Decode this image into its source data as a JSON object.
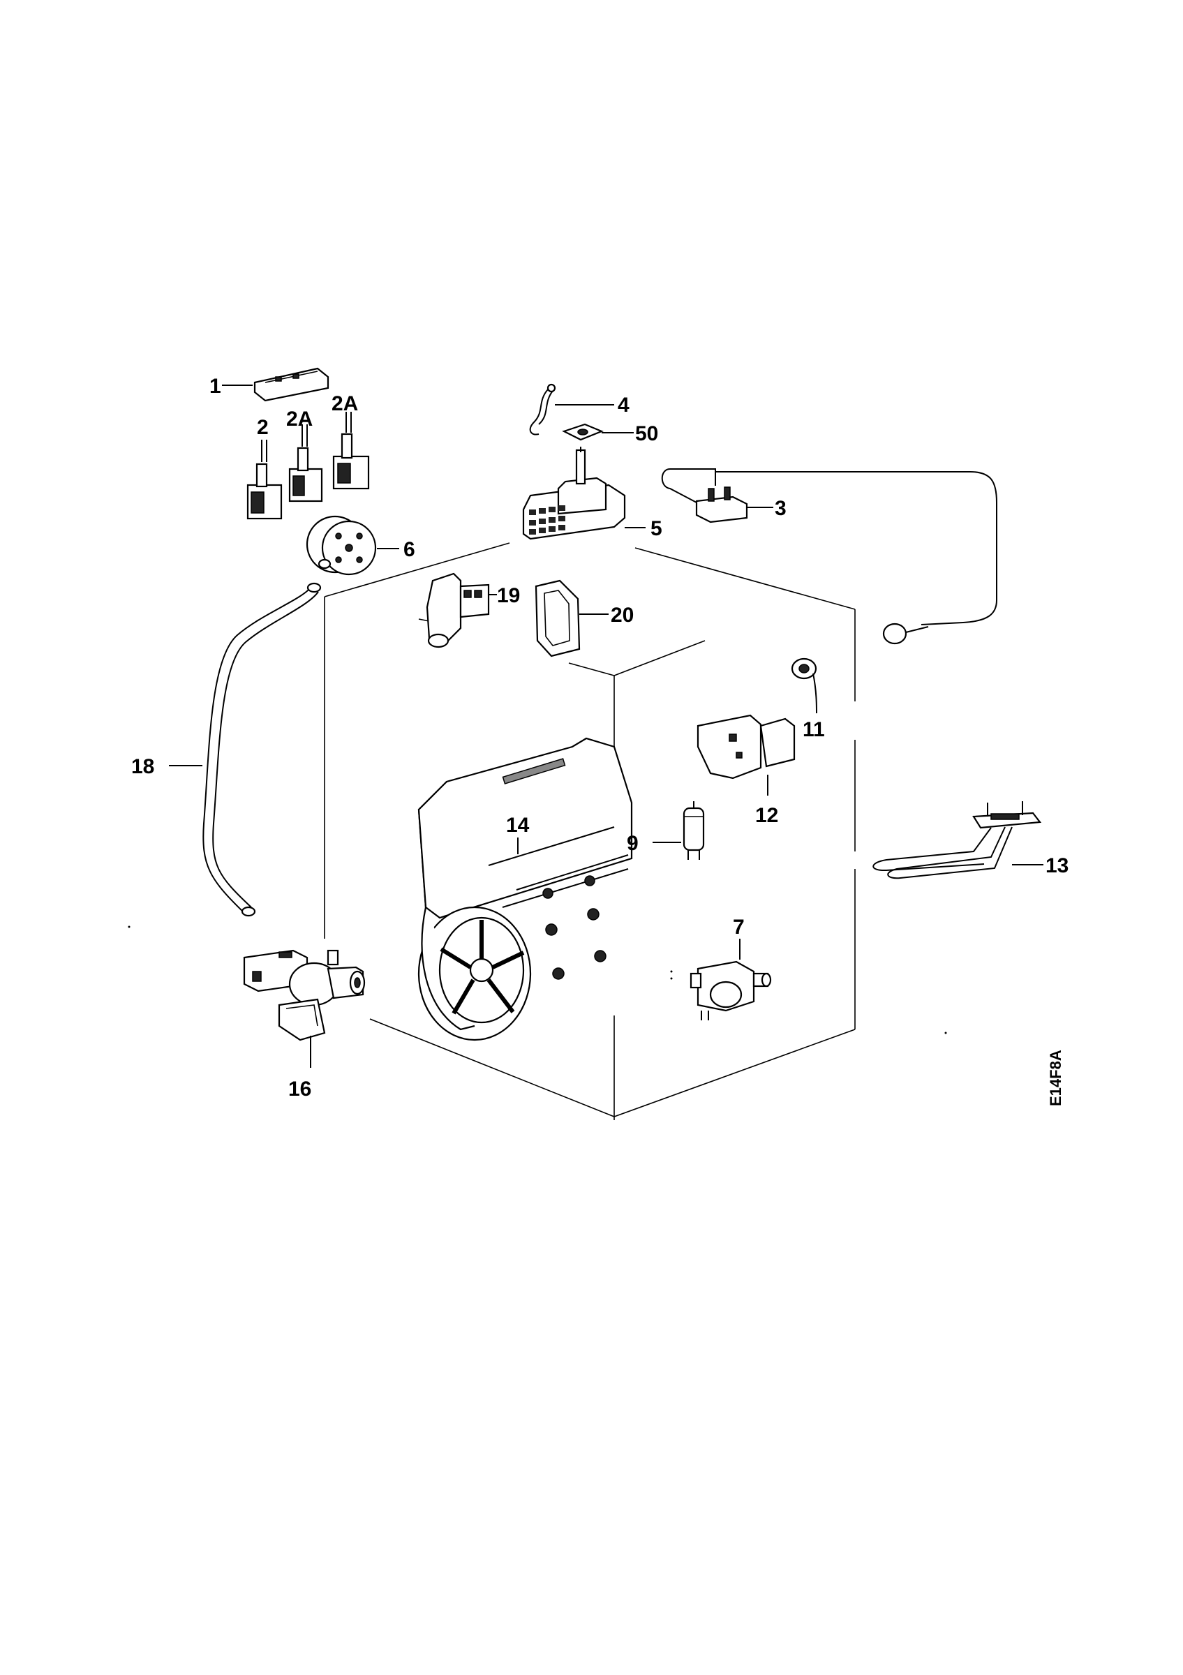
{
  "diagram": {
    "drawing_code": "E14F8A",
    "callouts": {
      "p1": "1",
      "p2": "2",
      "p2a_left": "2A",
      "p2a_right": "2A",
      "p3": "3",
      "p4": "4",
      "p50": "50",
      "p5": "5",
      "p6": "6",
      "p19": "19",
      "p20": "20",
      "p11": "11",
      "p12": "12",
      "p18": "18",
      "p14": "14",
      "p9": "9",
      "p13": "13",
      "p7": "7",
      "p16": "16"
    }
  }
}
